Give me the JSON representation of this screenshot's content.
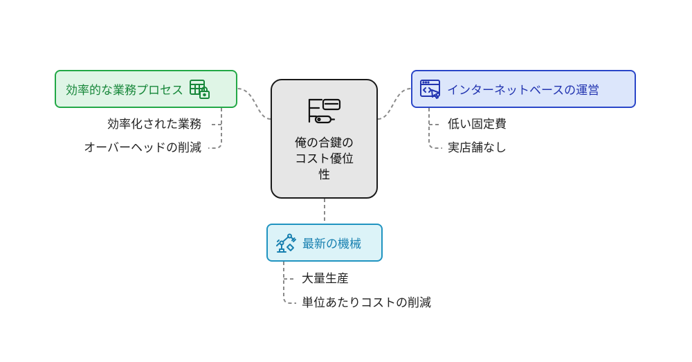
{
  "center": {
    "label_lines": [
      "俺の合鍵の",
      "コスト優位",
      "性"
    ],
    "icon": "key-card-icon"
  },
  "topics": {
    "process": {
      "label": "効率的な業務プロセス",
      "icon": "secure-table-icon",
      "color": "#22a846",
      "items": [
        "効率化された業務",
        "オーバーヘッドの削減"
      ]
    },
    "internet": {
      "label": "インターネットベースの運営",
      "icon": "web-click-icon",
      "color": "#2a46c8",
      "items": [
        "低い固定費",
        "実店舗なし"
      ]
    },
    "machine": {
      "label": "最新の機械",
      "icon": "robot-arm-icon",
      "color": "#1f93c0",
      "items": [
        "大量生産",
        "単位あたりコストの削減"
      ]
    }
  }
}
